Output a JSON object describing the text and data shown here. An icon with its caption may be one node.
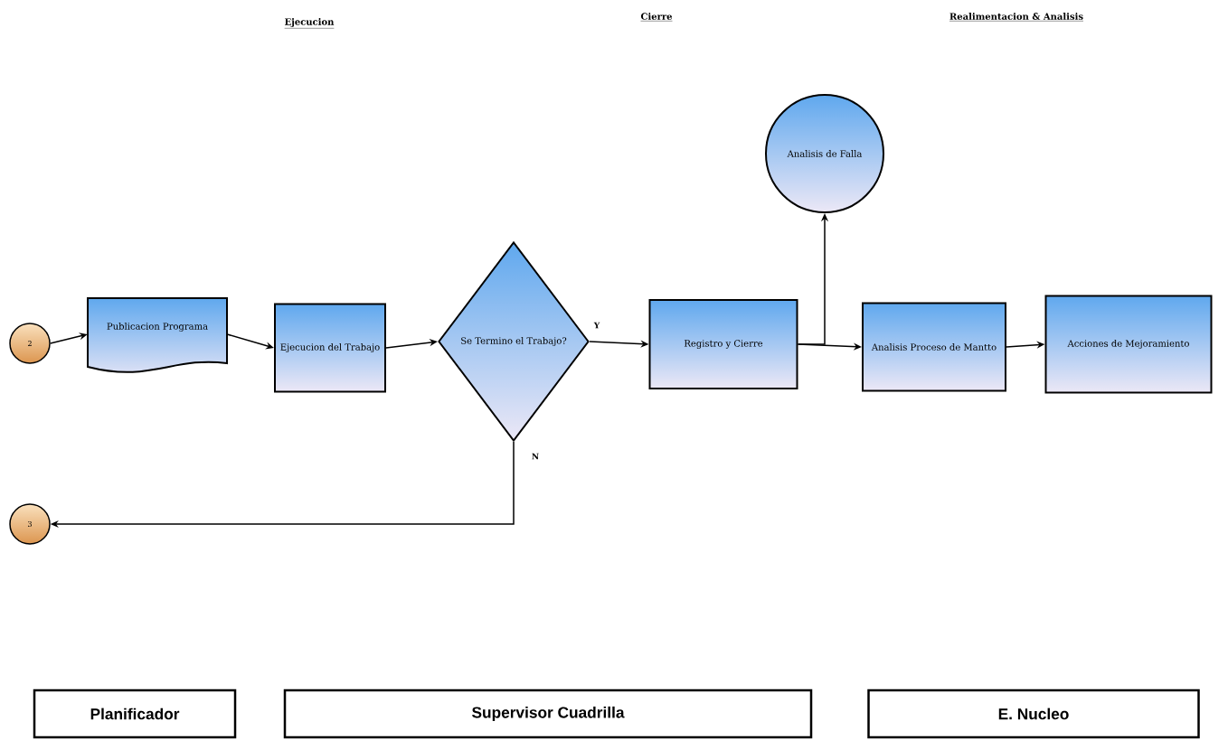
{
  "diagram": {
    "nodes": [
      {
        "text": [
          "2"
        ]
      },
      {
        "text": [
          "Publicacion Programa"
        ]
      },
      {
        "text": [
          "Ejecucion del Trabajo"
        ]
      },
      {
        "text": [
          "Se Termino el Trabajo?"
        ]
      },
      {
        "text": [
          "Registro y Cierre"
        ]
      },
      {
        "text": [
          "Analisis de Falla"
        ]
      },
      {
        "text": [
          "Analisis Proceso de Mantto"
        ]
      },
      {
        "text": [
          "Acciones de Mejoramiento"
        ]
      },
      {
        "text": [
          "3"
        ]
      },
      {
        "text": [
          "Planificador"
        ]
      },
      {
        "text": [
          "Supervisor Cuadrilla"
        ]
      },
      {
        "text": [
          "E. Nucleo"
        ]
      }
    ],
    "edges": [
      {
        "from": 0,
        "to": 1,
        "arrow": "to"
      },
      {
        "from": 1,
        "to": 2,
        "arrow": "to"
      },
      {
        "from": 2,
        "to": 3,
        "arrow": "to"
      },
      {
        "from": 3,
        "to": 4,
        "arrow": "to",
        "label": "Y"
      },
      {
        "from": 4,
        "to": 5,
        "arrow": "to"
      },
      {
        "from": 4,
        "to": 6,
        "arrow": "to"
      },
      {
        "from": 6,
        "to": 7,
        "arrow": "to"
      },
      {
        "from": 3,
        "to": 8,
        "arrow": "to",
        "label": "N"
      }
    ],
    "labels": [
      "Ejecucion",
      "Cierre",
      "Realimentacion & Analisis"
    ]
  }
}
